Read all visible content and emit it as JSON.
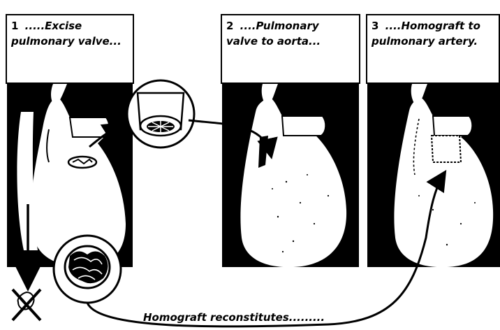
{
  "panels": [
    {
      "number": "1",
      "line1": ".....Excise",
      "line2": "pulmonary valve..."
    },
    {
      "number": "2",
      "line1": "....Pulmonary",
      "line2": "valve to aorta..."
    },
    {
      "number": "3",
      "line1": "....Homograft to",
      "line2": "pulmonary artery."
    }
  ],
  "bottom_caption": "Homograft reconstitutes.........",
  "colors": {
    "ink": "#000000",
    "paper": "#ffffff"
  }
}
